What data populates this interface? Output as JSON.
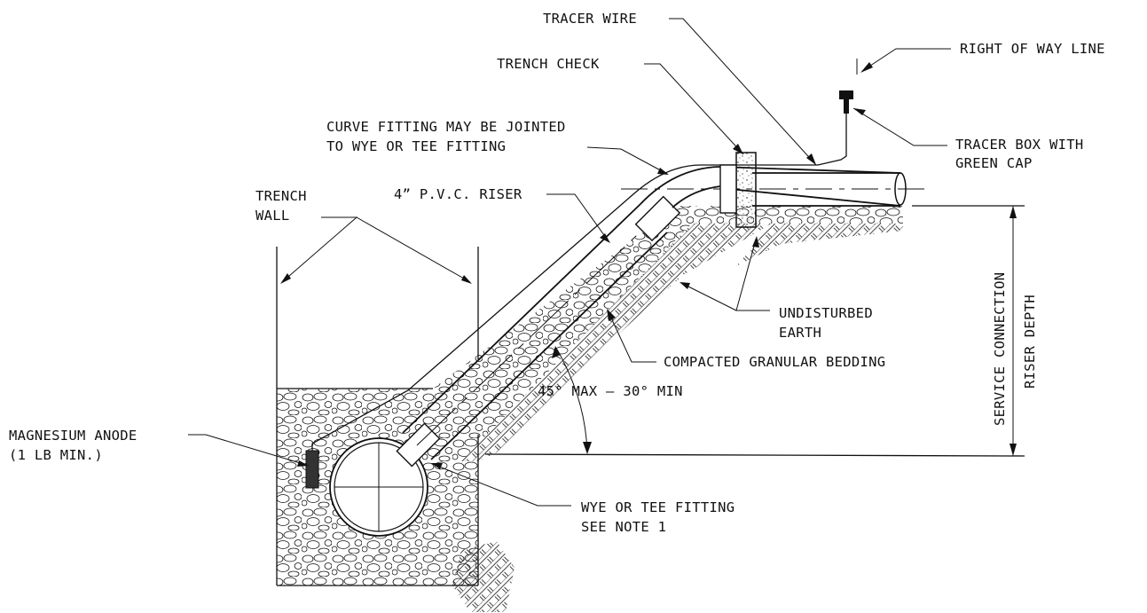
{
  "labels": {
    "tracer_wire": "TRACER WIRE",
    "trench_check": "TRENCH CHECK",
    "right_of_way": "RIGHT OF WAY LINE",
    "tracer_box_1": "TRACER BOX WITH",
    "tracer_box_2": "GREEN CAP",
    "curve_fitting_1": "CURVE FITTING MAY BE JOINTED",
    "curve_fitting_2": "TO WYE OR TEE FITTING",
    "riser": "4” P.V.C. RISER",
    "trench_wall_1": "TRENCH",
    "trench_wall_2": "WALL",
    "undisturbed_1": "UNDISTURBED",
    "undisturbed_2": "EARTH",
    "bedding": "COMPACTED GRANULAR BEDDING",
    "angle": "45° MAX – 30° MIN",
    "anode_1": "MAGNESIUM ANODE",
    "anode_2": "(1 LB MIN.)",
    "wye_1": "WYE OR TEE FITTING",
    "wye_2": "SEE NOTE 1",
    "service_connection": "SERVICE CONNECTION",
    "riser_depth": "RISER DEPTH"
  },
  "colors": {
    "ink": "#111111",
    "anode_fill": "#333333",
    "background": "#ffffff"
  }
}
